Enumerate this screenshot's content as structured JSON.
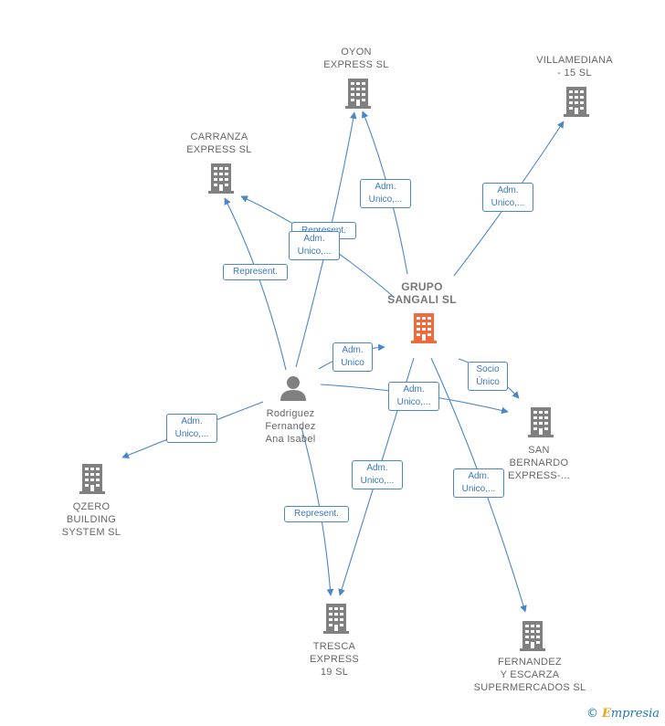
{
  "colors": {
    "edge": "#4a86c8",
    "building": "#808080",
    "main_building": "#f06a3c",
    "person": "#808080"
  },
  "nodes": {
    "oyon": {
      "label": "OYON\nEXPRESS  SL",
      "icon": "building-icon"
    },
    "villamediana": {
      "label": "VILLAMEDIANA\n- 15  SL",
      "icon": "building-icon"
    },
    "carranza": {
      "label": "CARRANZA\nEXPRESS  SL",
      "icon": "building-icon"
    },
    "grupo": {
      "label": "GRUPO\nSANGALI  SL",
      "icon": "building-icon"
    },
    "person": {
      "label": "Rodriguez\nFernandez\nAna Isabel",
      "icon": "person-icon"
    },
    "san_bernardo": {
      "label": "SAN\nBERNARDO\nEXPRESS-...",
      "icon": "building-icon"
    },
    "qzero": {
      "label": "QZERO\nBUILDING\nSYSTEM  SL",
      "icon": "building-icon"
    },
    "tresca": {
      "label": "TRESCA\nEXPRESS\n19  SL",
      "icon": "building-icon"
    },
    "fernandez": {
      "label": "FERNANDEZ\nY ESCARZA\nSUPERMERCADOS SL",
      "icon": "building-icon"
    }
  },
  "edge_labels": {
    "grupo_oyon": "Adm.\nUnico,...",
    "grupo_villamediana": "Adm.\nUnico,...",
    "grupo_carranza_represent": "Represent.",
    "grupo_carranza_adm": "Adm.\nUnico,...",
    "person_carranza": "Represent.",
    "person_grupo": "Adm.\nUnico",
    "grupo_san_bernardo": "Socio\nÚnico",
    "person_san_bernardo": "Adm.\nUnico,...",
    "person_qzero": "Adm.\nUnico,...",
    "grupo_tresca": "Adm.\nUnico,...",
    "person_tresca": "Represent.",
    "grupo_fernandez": "Adm.\nUnico,..."
  },
  "footer": {
    "copyright": "©",
    "brand_e": "E",
    "brand_rest": "mpresia"
  }
}
